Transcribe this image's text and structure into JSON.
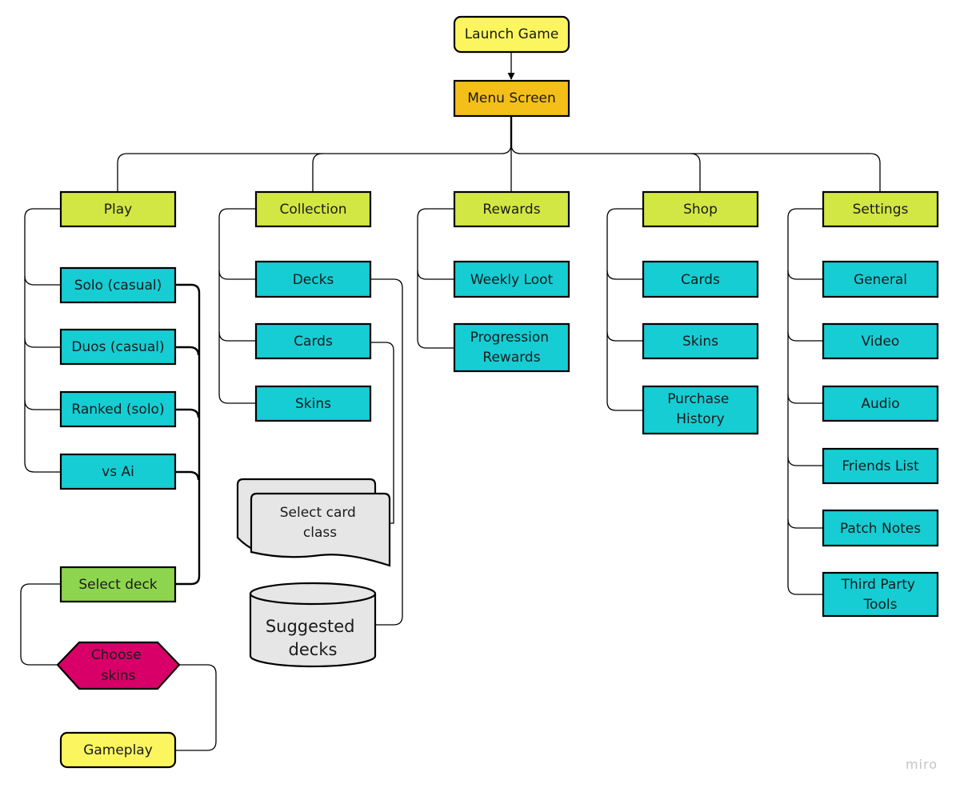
{
  "colors": {
    "start": "#fbf65f",
    "menu": "#f5bf1a",
    "category": "#d2e744",
    "item": "#16cdd4",
    "select_deck": "#8ed54f",
    "choose_skins": "#d80068",
    "document": "#e6e6e6",
    "line": "#000000"
  },
  "start": {
    "label": "Launch Game"
  },
  "menu": {
    "label": "Menu Screen"
  },
  "play": {
    "label": "Play",
    "items": [
      "Solo (casual)",
      "Duos (casual)",
      "Ranked (solo)",
      "vs Ai"
    ],
    "select_deck": "Select deck",
    "choose_skins": [
      "Choose",
      "skins"
    ],
    "gameplay": "Gameplay"
  },
  "collection": {
    "label": "Collection",
    "items": [
      "Decks",
      "Cards",
      "Skins"
    ],
    "select_card_class": [
      "Select card",
      "class"
    ],
    "suggested_decks": [
      "Suggested",
      "decks"
    ]
  },
  "rewards": {
    "label": "Rewards",
    "items": [
      [
        "Weekly Loot"
      ],
      [
        "Progression",
        "Rewards"
      ]
    ]
  },
  "shop": {
    "label": "Shop",
    "items": [
      [
        "Cards"
      ],
      [
        "Skins"
      ],
      [
        "Purchase",
        "History"
      ]
    ]
  },
  "settings": {
    "label": "Settings",
    "items": [
      [
        "General"
      ],
      [
        "Video"
      ],
      [
        "Audio"
      ],
      [
        "Friends List"
      ],
      [
        "Patch Notes"
      ],
      [
        "Third Party",
        "Tools"
      ]
    ]
  },
  "watermark": "miro"
}
